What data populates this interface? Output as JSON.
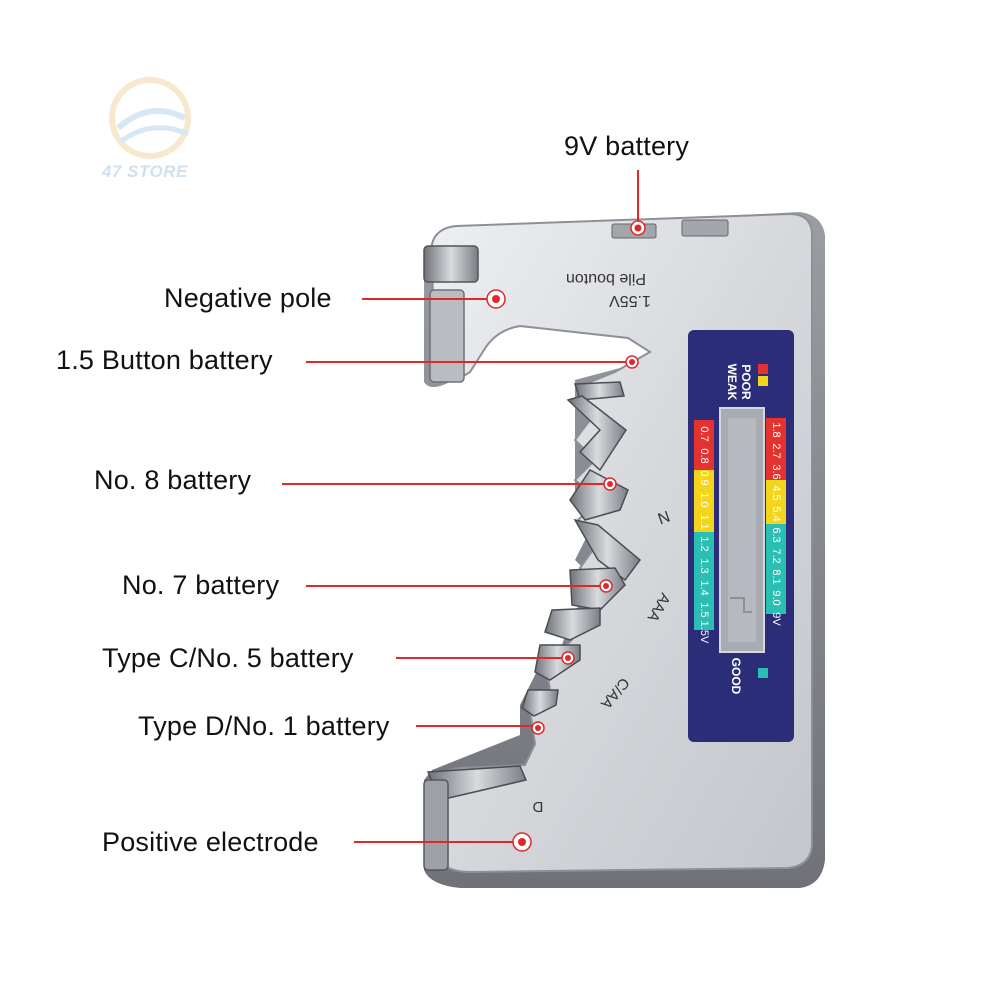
{
  "watermark": {
    "text": "47 STORE"
  },
  "callouts": {
    "nine_volt": "9V battery",
    "negative_pole": "Negative pole",
    "button": "1.5 Button battery",
    "no8": "No. 8 battery",
    "no7": "No. 7 battery",
    "typec": "Type C/No. 5 battery",
    "typed": "Type D/No. 1 battery",
    "positive": "Positive electrode"
  },
  "device_labels": {
    "pile_bouton": "Pile bouton",
    "v155": "1.55V",
    "n": "N",
    "aaa": "AAA",
    "caa": "C/AA",
    "d": "D"
  },
  "meter": {
    "poor": "POOR",
    "weak": "WEAK",
    "good": "GOOD",
    "left_scale": [
      "0.7",
      "0.8",
      "0.9",
      "1.0",
      "1.1",
      "1.2",
      "1.3",
      "1.4",
      "1.5",
      "1.5V"
    ],
    "right_scale": [
      "1.8",
      "2.7",
      "3.6",
      "4.5",
      "5.4",
      "6.3",
      "7.2",
      "8.1",
      "9.0",
      "9V"
    ],
    "colors": {
      "red": "#e3322f",
      "yellow": "#f2d51c",
      "teal": "#2bbfb3",
      "panel": "#2b2d78"
    }
  }
}
